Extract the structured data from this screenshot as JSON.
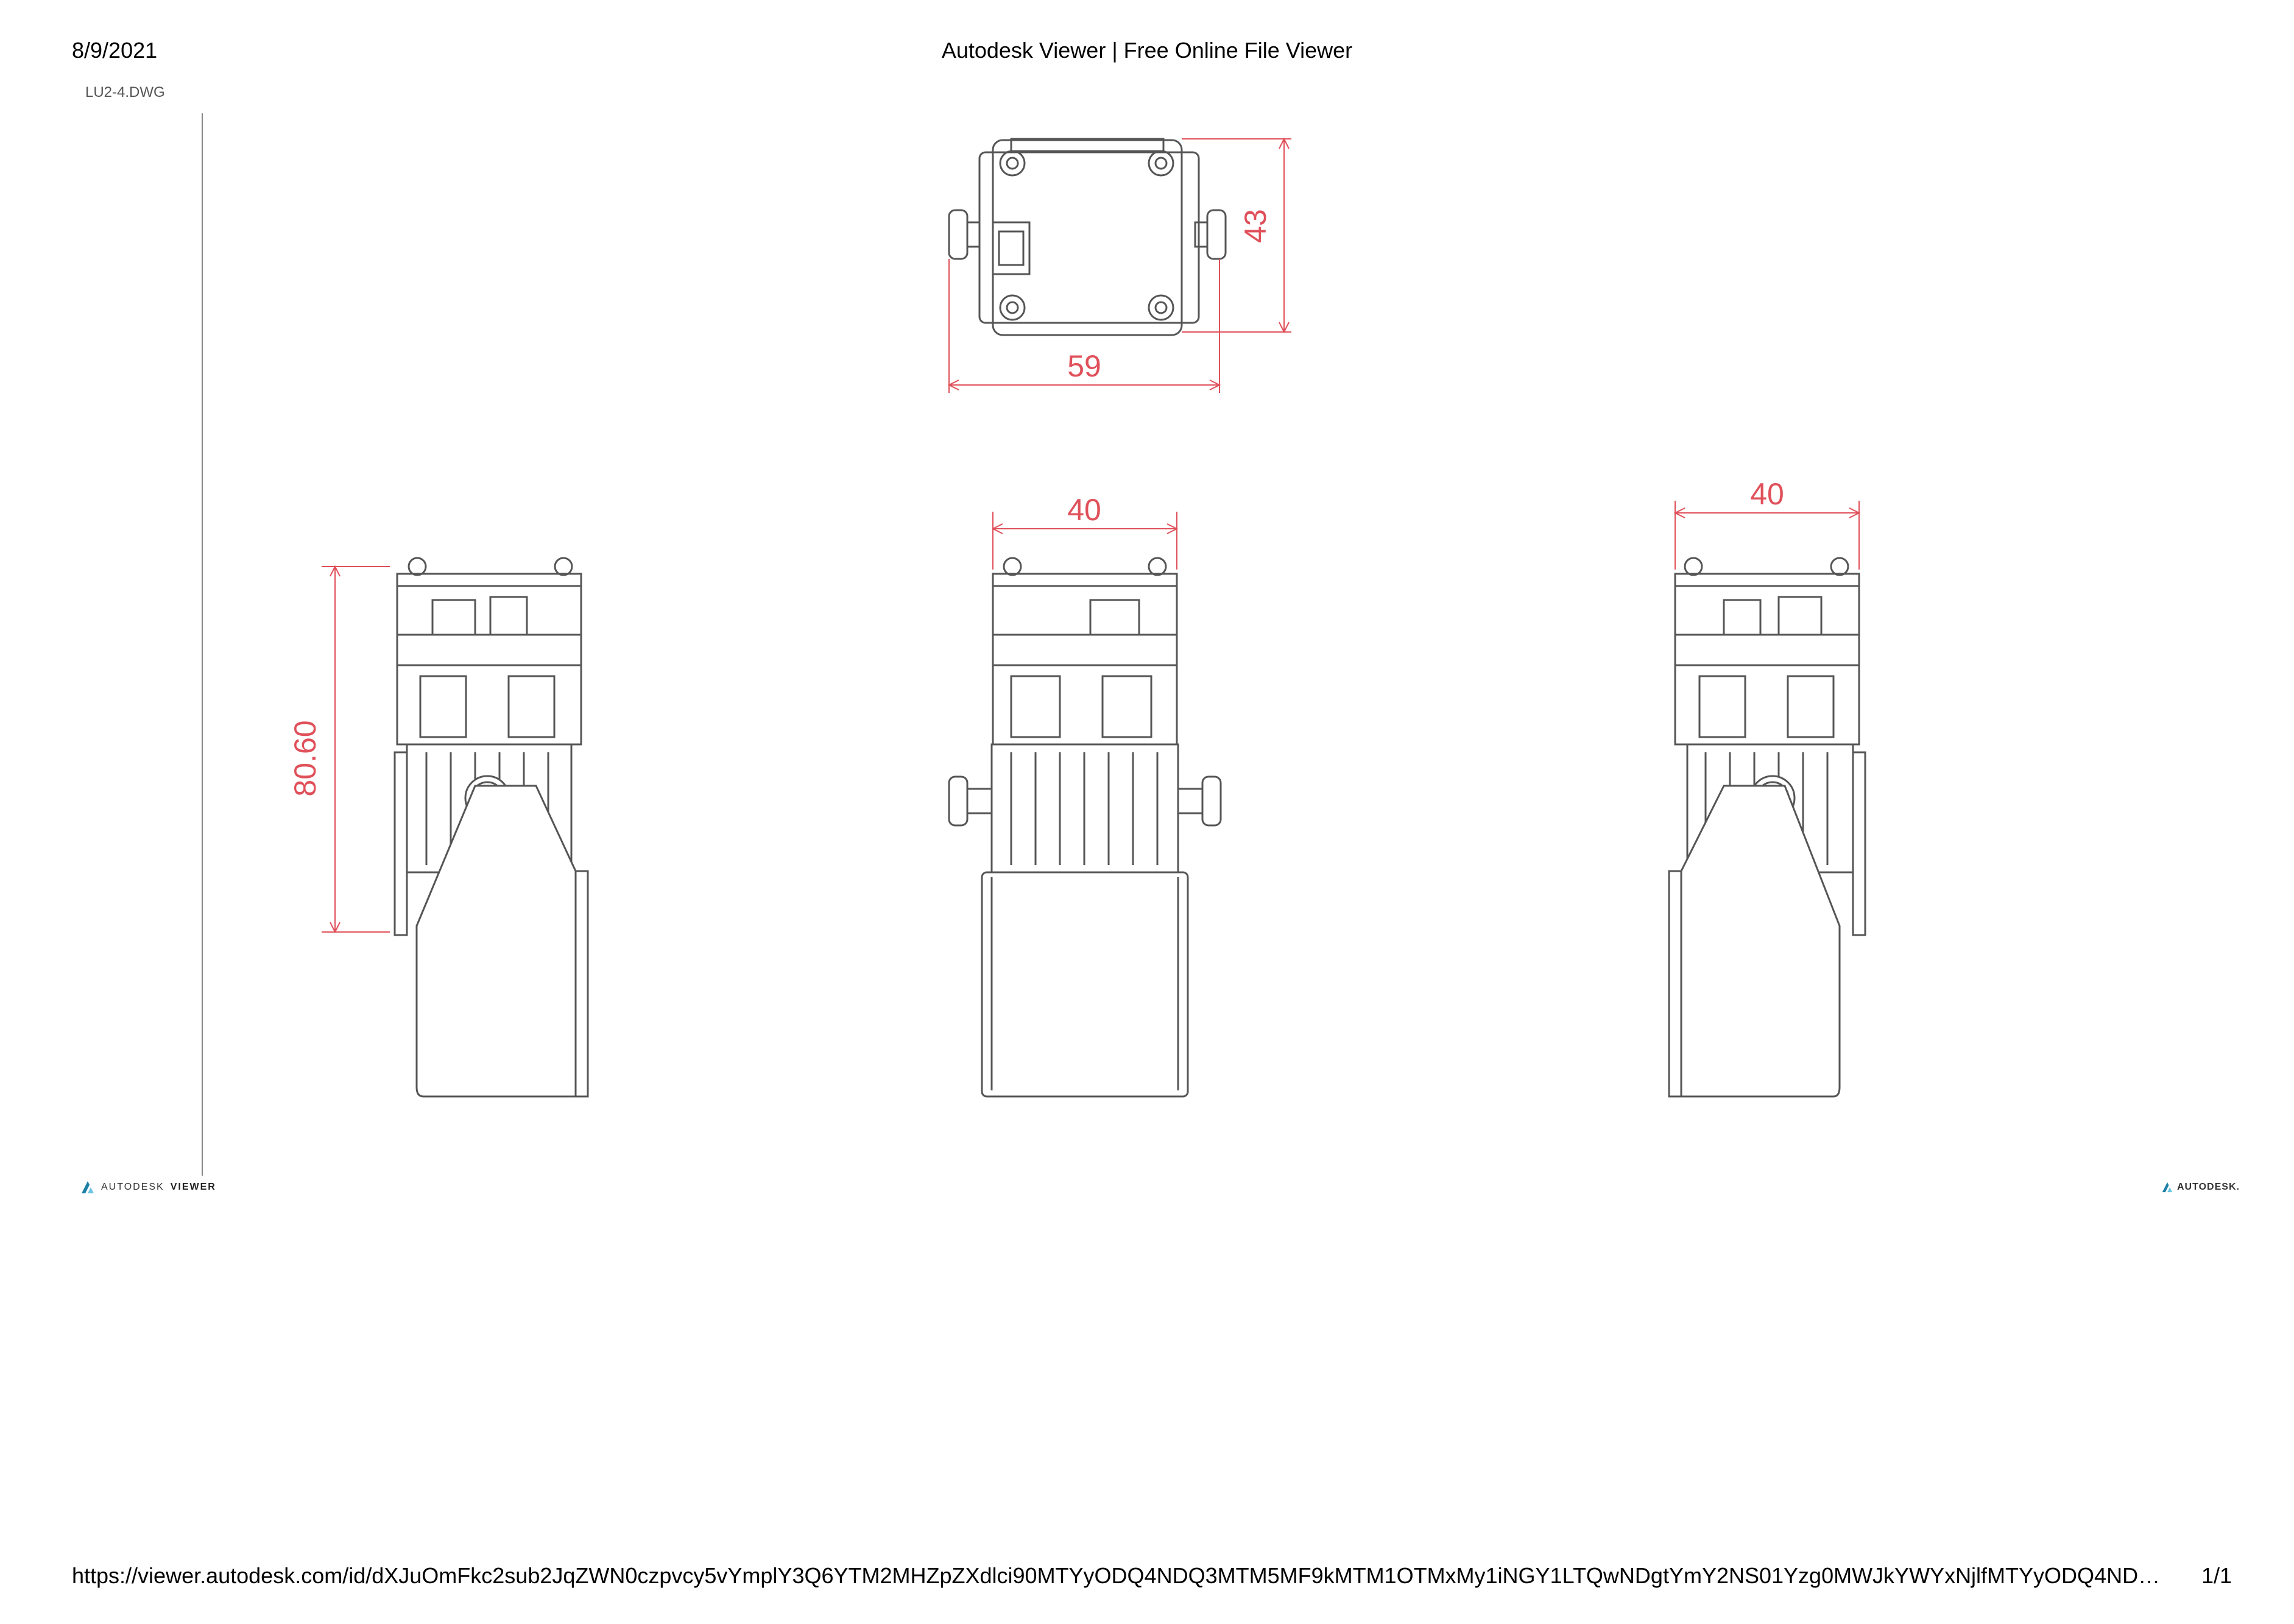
{
  "header": {
    "date": "8/9/2021",
    "title": "Autodesk Viewer | Free Online File Viewer"
  },
  "file_name": "LU2-4.DWG",
  "drawing": {
    "dimensions": {
      "top_height": "43",
      "top_width": "59",
      "left_height": "80.60",
      "front_width": "40",
      "right_width": "40"
    },
    "line_color": "#555555",
    "dimension_color": "#e0505a"
  },
  "logos": {
    "left_brand": "AUTODESK",
    "left_product": "VIEWER",
    "right_brand": "AUTODESK."
  },
  "footer": {
    "url": "https://viewer.autodesk.com/id/dXJuOmFkc2sub2JqZWN0czpvcy5vYmplY3Q6YTM2MHZpZXdlci90MTYyODQ4NDQ3MTM5MF9kMTM1OTMxMy1iNGY1LTQwNDgtYmY2NS01Yzg0MWJkYWYxNjlfMTYyODQ4NDQ...",
    "page": "1/1"
  }
}
